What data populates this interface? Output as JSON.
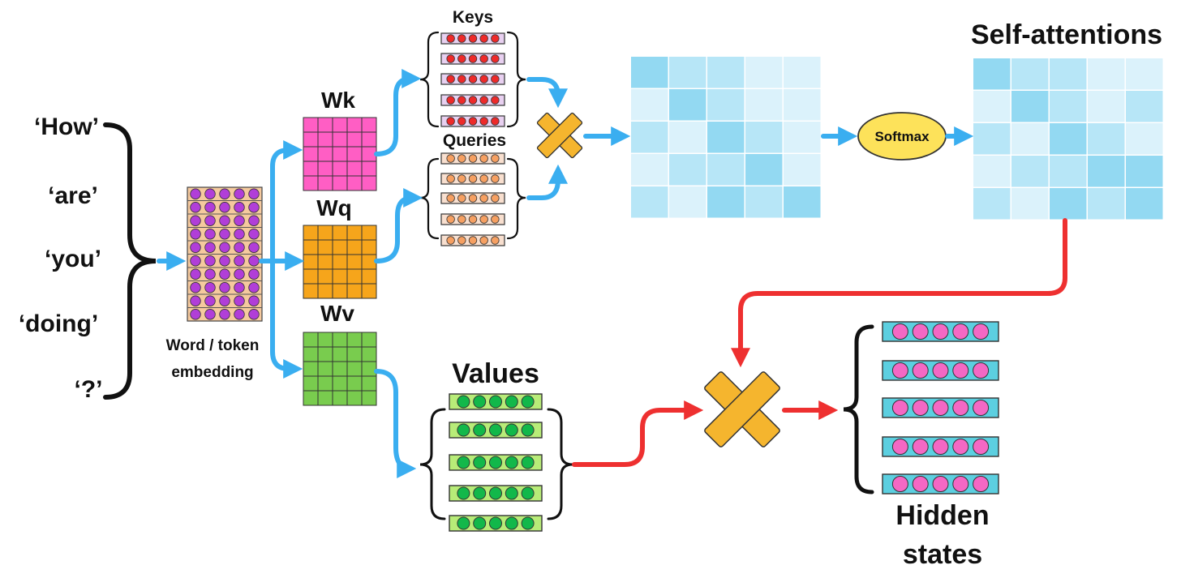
{
  "tokens": [
    "‘How’",
    "‘are’",
    "‘you’",
    "‘doing’",
    "‘?’"
  ],
  "embedding_label": [
    "Word / token",
    "embedding"
  ],
  "weights": {
    "wk": "Wk",
    "wq": "Wq",
    "wv": "Wv"
  },
  "keys_label": "Keys",
  "queries_label": "Queries",
  "values_label": "Values",
  "softmax_label": "Softmax",
  "self_attention_label": "Self-attentions",
  "hidden_states_label": [
    "Hidden",
    "states"
  ],
  "colors": {
    "flow_arrow": "#3aaef0",
    "output_arrow": "#ee3030",
    "embedding_bg": "#f5c99e",
    "embedding_dot": "#b13ed8",
    "wk": "#ff5ec4",
    "wq": "#f6a51b",
    "wv": "#79cc4e",
    "key_dot": "#ee2a2a",
    "key_bg": "#e8d0f0",
    "query_dot": "#f6a062",
    "query_bg": "#f8dfcf",
    "value_dot": "#12b84a",
    "value_bg": "#b8ec78",
    "hidden_dot": "#f468c4",
    "hidden_bg": "#5ccfe0",
    "cross": "#f5b52e",
    "softmax": "#fde25a"
  }
}
